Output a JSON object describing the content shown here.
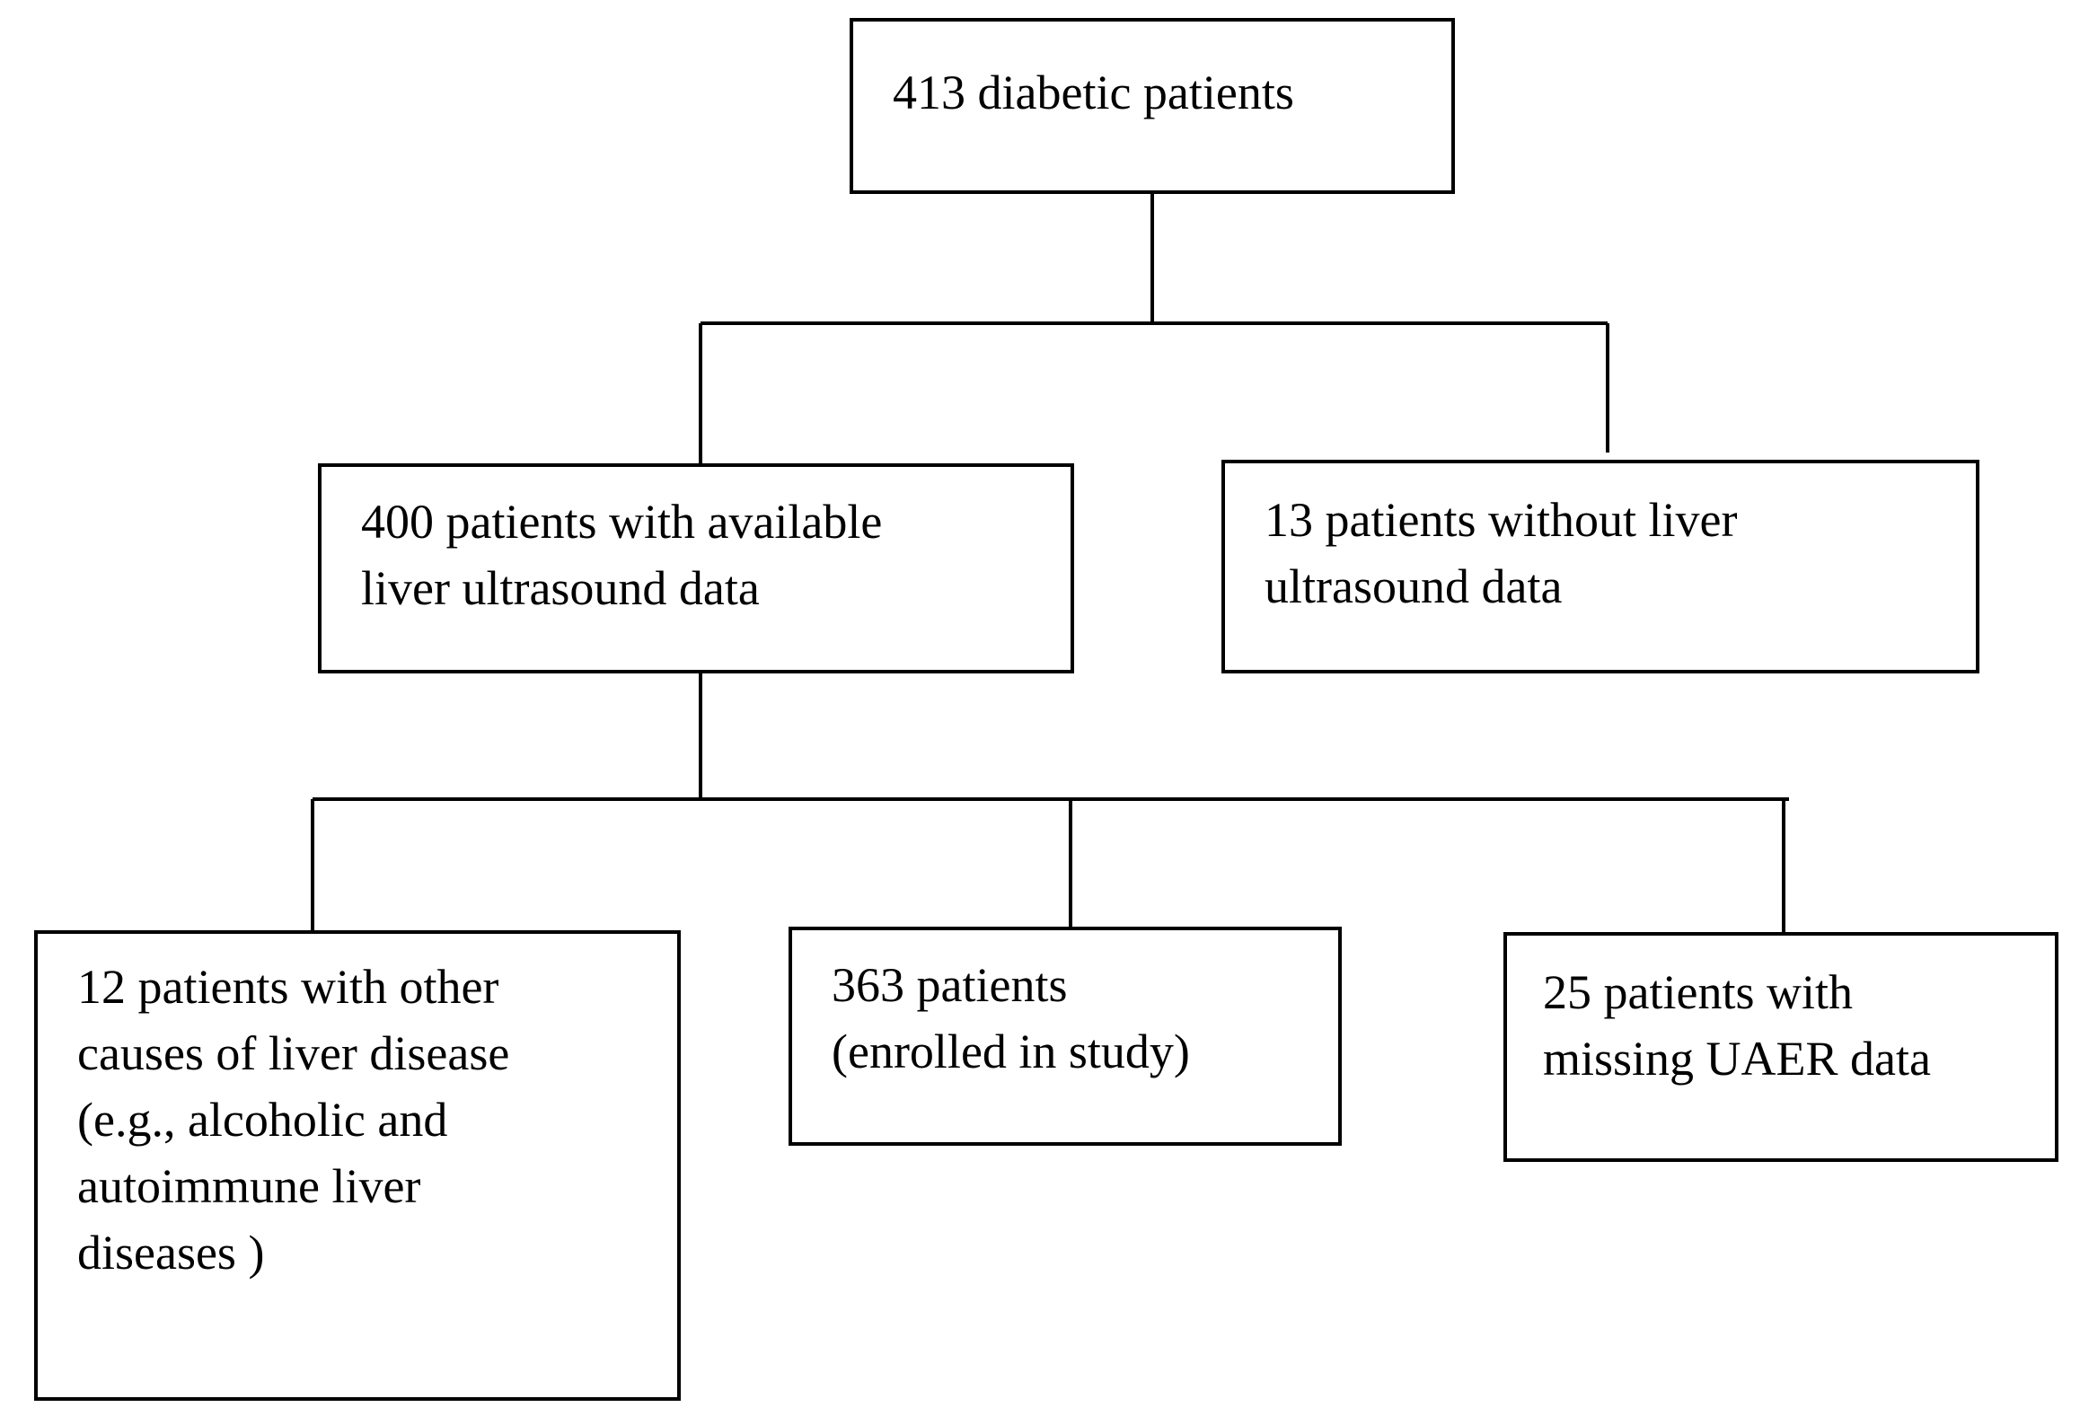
{
  "flowchart": {
    "total": {
      "lines": [
        "413 diabetic patients"
      ]
    },
    "with_ultrasound": {
      "lines": [
        "400 patients with available",
        "liver ultrasound data"
      ]
    },
    "without_ultrasound": {
      "lines": [
        "13 patients without liver",
        "ultrasound data"
      ]
    },
    "other_causes": {
      "lines": [
        "12 patients with other",
        "causes of liver disease",
        "(e.g., alcoholic and",
        "autoimmune liver",
        "diseases )"
      ]
    },
    "enrolled": {
      "lines": [
        "363 patients",
        "(enrolled in study)"
      ]
    },
    "missing_uaer": {
      "lines": [
        "25 patients with",
        "missing UAER data"
      ]
    }
  }
}
